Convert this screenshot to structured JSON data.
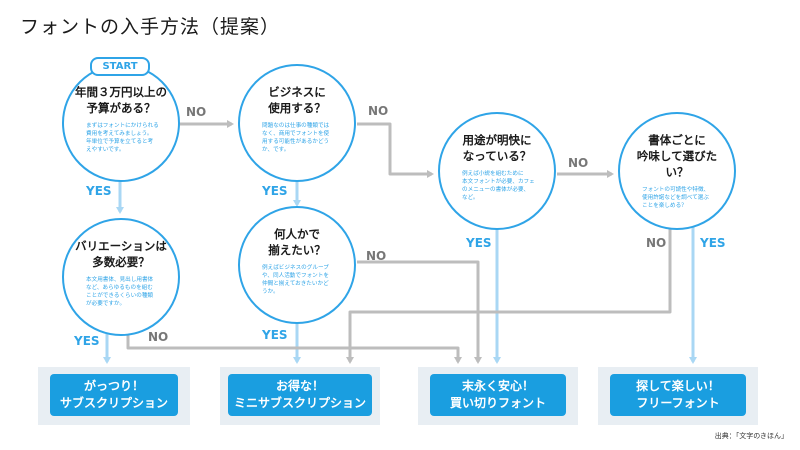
{
  "title": "フォントの入手方法（提案）",
  "start_label": "START",
  "questions": [
    {
      "id": "q1",
      "text": "年間３万円以上の\n予算がある？",
      "note": "まずはフォントにかけられる\n費用を考えてみましょう。\n年単位で予算を立てると考\nえやすいです。"
    },
    {
      "id": "q2",
      "text": "ビジネスに\n使用する？",
      "note": "問題なのは仕事の種類では\nなく、商用でフォントを使\n用する可能性があるかどう\nか、です。"
    },
    {
      "id": "q3",
      "text": "用途が明快に\nなっている？",
      "note": "例えば小説を組むために\n本文フォントが必要、カフェ\nのメニューの書体が必要、\nなど。"
    },
    {
      "id": "q4",
      "text": "書体ごとに\n吟味して選びたい？",
      "note": "フォントの可読性や特徴、\n使用許諾などを調べて選ぶ\nことを楽しめる？"
    },
    {
      "id": "q5",
      "text": "バリエーションは\n多数必要？",
      "note": "本文用書体、見出し用書体\nなど、あらゆるものを組む\nことができるくらいの種類\nが必要ですか。"
    },
    {
      "id": "q6",
      "text": "何人かで\n揃えたい？",
      "note": "例えばビジネスのグループ\nや、同人活動でフォントを\n仲間と揃えておきたいかど\nうか。"
    }
  ],
  "labels": {
    "yes": "YES",
    "no": "NO"
  },
  "outcomes": [
    {
      "id": "o1",
      "text": "がっつり！\nサブスクリプション"
    },
    {
      "id": "o2",
      "text": "お得な！\nミニサブスクリプション"
    },
    {
      "id": "o3",
      "text": "末永く安心！\n買い切りフォント"
    },
    {
      "id": "o4",
      "text": "探して楽しい！\nフリーフォント"
    }
  ],
  "source": "出典：「文字のきほん」",
  "colors": {
    "accent": "#2fa4e7",
    "yes_arrow": "#a9d7f4",
    "no_arrow": "#bdbdbd",
    "outcome": "#1a9ee0",
    "outcome_bg": "#e8eef3"
  }
}
